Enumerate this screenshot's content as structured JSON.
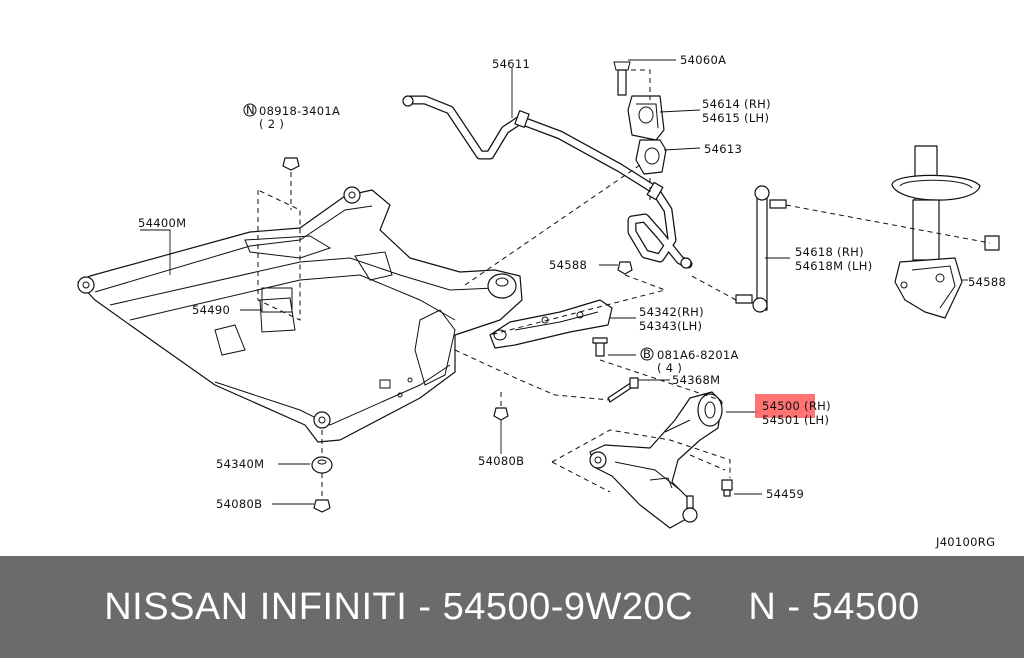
{
  "diagram": {
    "code": "J40100RG",
    "parts": {
      "p54611": "54611",
      "p54060A": "54060A",
      "p54614": "54614 (RH)",
      "p54615": "54615 (LH)",
      "p54613": "54613",
      "p08918_ref": "N",
      "p08918": "08918-3401A",
      "p08918_qty": "( 2 )",
      "p54400M": "54400M",
      "p54618": "54618 (RH)",
      "p54618M": "54618M (LH)",
      "p54588a": "54588",
      "p54588b": "54588",
      "p54490": "54490",
      "p54342": "54342(RH)",
      "p54343": "54343(LH)",
      "p081A6_ref": "B",
      "p081A6": "081A6-8201A",
      "p081A6_qty": "( 4 )",
      "p54368M": "54368M",
      "p54500": "54500 (RH)",
      "p54501": "54501 (LH)",
      "p54340M": "54340M",
      "p54080Ba": "54080B",
      "p54080Bb": "54080B",
      "p54459": "54459"
    },
    "highlight_color": "#ff5a5a"
  },
  "footer": {
    "text": "NISSAN INFINITI - 54500-9W20C     N - 54500"
  }
}
